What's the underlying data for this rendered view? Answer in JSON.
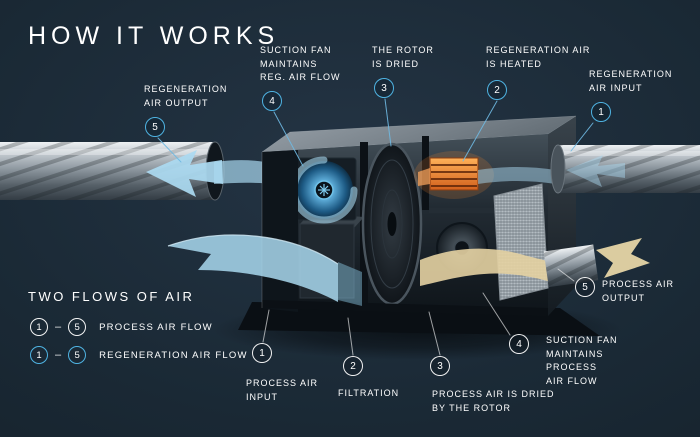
{
  "page": {
    "title": "HOW IT WORKS",
    "background_color": "#17232d",
    "accent_blue": "#4fb3e2",
    "text_color": "#ffffff"
  },
  "legend": {
    "title": "TWO FLOWS OF AIR",
    "dash": "–",
    "rows": [
      {
        "from": "1",
        "to": "5",
        "label": "PROCESS AIR FLOW",
        "style": "process"
      },
      {
        "from": "1",
        "to": "5",
        "label": "REGENERATION AIR FLOW",
        "style": "regeneration"
      }
    ]
  },
  "callouts": {
    "regeneration": [
      {
        "num": "5",
        "label": "REGENERATION\nAIR OUTPUT"
      },
      {
        "num": "4",
        "label": "SUCTION FAN\nMAINTAINS\nREG. AIR FLOW"
      },
      {
        "num": "3",
        "label": "THE ROTOR\nIS DRIED"
      },
      {
        "num": "2",
        "label": "REGENERATION AIR\nIS HEATED"
      },
      {
        "num": "1",
        "label": "REGENERATION\nAIR INPUT"
      }
    ],
    "process": [
      {
        "num": "1",
        "label": "PROCESS AIR\nINPUT"
      },
      {
        "num": "2",
        "label": "FILTRATION"
      },
      {
        "num": "3",
        "label": "PROCESS AIR IS DRIED\nBY THE ROTOR"
      },
      {
        "num": "4",
        "label": "SUCTION FAN\nMAINTAINS PROCESS\nAIR FLOW"
      },
      {
        "num": "5",
        "label": "PROCESS AIR\nOUTPUT"
      }
    ]
  },
  "illustration": {
    "duct_color": "#9aa4ac",
    "process_air_color": "#a9d8ef",
    "dried_air_color": "#e6d5a5",
    "heater_color": "#f08a2e"
  }
}
